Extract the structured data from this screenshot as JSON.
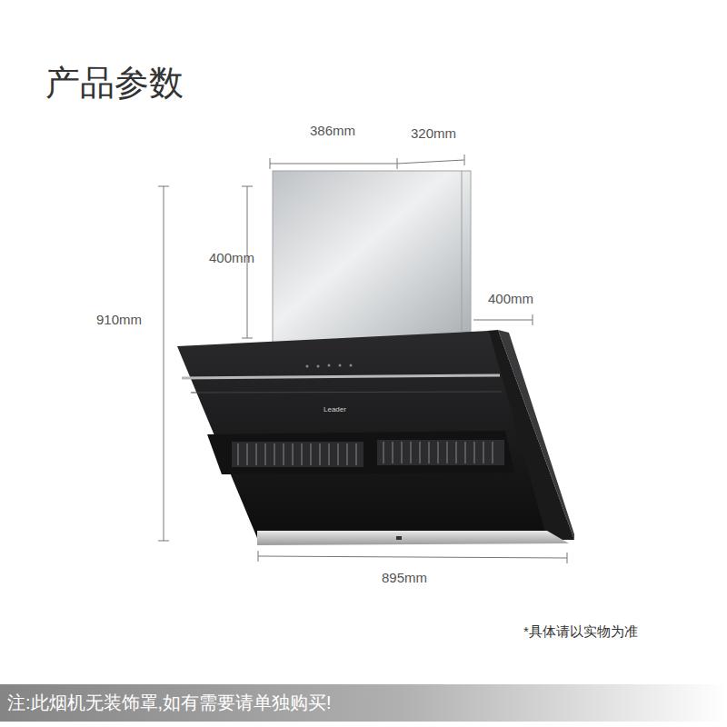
{
  "diagram": {
    "title": "产品参数",
    "nodes": [
      {
        "text": [
          "注:此烟机无装饰罩,如有需要请单独购买!"
        ]
      }
    ],
    "labels": [
      "386mm",
      "320mm",
      "400mm",
      "400mm",
      "910mm",
      "895mm",
      "Leader",
      "*具体请以实物为准"
    ]
  }
}
